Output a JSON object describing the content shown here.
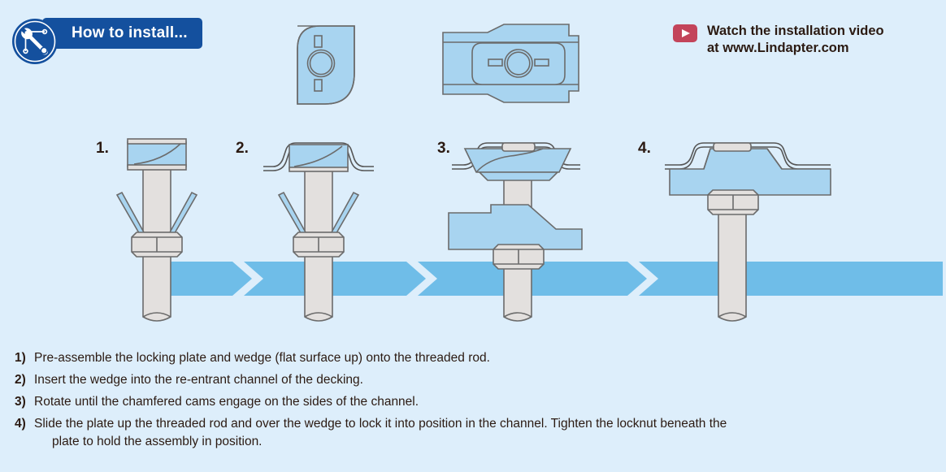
{
  "header": {
    "howto_label": "How to install...",
    "howto_icon": "spanner-icon",
    "badge_color": "#14509e",
    "video_icon": "play-icon",
    "video_line1": "Watch the installation video",
    "video_line2": "at www.Lindapter.com",
    "video_icon_color": "#c3445a"
  },
  "colors": {
    "background": "#ddeefb",
    "band": "#6fbde8",
    "component_fill": "#a8d4f0",
    "metal_fill": "#e3e0de",
    "outline": "#6b6b6b",
    "text": "#2b1a12"
  },
  "components": {
    "wedge_plan_label": "wedge-plan-view",
    "plate_plan_label": "locking-plate-plan-view"
  },
  "steps": [
    {
      "number": "1.",
      "name": "step-1-preassemble"
    },
    {
      "number": "2.",
      "name": "step-2-insert"
    },
    {
      "number": "3.",
      "name": "step-3-rotate"
    },
    {
      "number": "4.",
      "name": "step-4-slide-tighten"
    }
  ],
  "instructions": [
    {
      "number": "1)",
      "text": "Pre-assemble the locking plate and wedge (flat surface up) onto the threaded rod.",
      "continuation": ""
    },
    {
      "number": "2)",
      "text": "Insert the wedge into the re-entrant channel of the decking.",
      "continuation": ""
    },
    {
      "number": "3)",
      "text": "Rotate until the chamfered cams engage on the sides of the channel.",
      "continuation": ""
    },
    {
      "number": "4)",
      "text": "Slide the plate up the threaded rod and over the wedge to lock it into position in the channel. Tighten the locknut beneath the",
      "continuation": "plate to hold the assembly in position."
    }
  ]
}
